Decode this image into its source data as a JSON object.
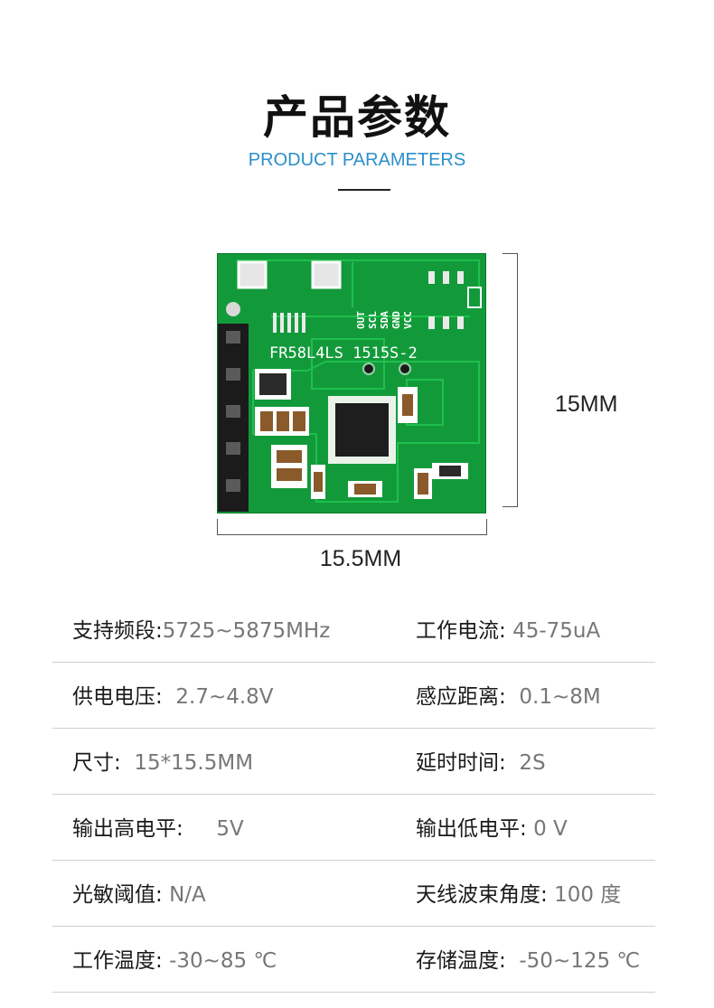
{
  "header": {
    "title": "产品参数",
    "subtitle": "PRODUCT PARAMETERS"
  },
  "board": {
    "silk_top": "FR58L4LS 1515S-2",
    "pin_labels": [
      "OUT",
      "SCL",
      "SDA",
      "GND",
      "VCC"
    ],
    "pcb_color": "#129a3a",
    "trace_color": "#1fbf4d"
  },
  "dimensions": {
    "height_label": "15MM",
    "width_label": "15.5MM"
  },
  "params": [
    {
      "left": {
        "label": "支持频段:",
        "value": "5725~5875MHz"
      },
      "right": {
        "label": "工作电流:",
        "value": "45-75uA"
      }
    },
    {
      "left": {
        "label": "供电电压:",
        "value": "2.7~4.8V"
      },
      "right": {
        "label": "感应距离:",
        "value": "0.1~8M"
      }
    },
    {
      "left": {
        "label": "尺寸:",
        "value": "15*15.5MM"
      },
      "right": {
        "label": "延时时间:",
        "value": "2S"
      }
    },
    {
      "left": {
        "label": "输出高电平:",
        "value": "5V"
      },
      "right": {
        "label": "输出低电平:",
        "value": "0 V"
      }
    },
    {
      "left": {
        "label": "光敏阈值:",
        "value": "N/A"
      },
      "right": {
        "label": "天线波束角度:",
        "value": "100 度"
      }
    },
    {
      "left": {
        "label": "工作温度:",
        "value": "-30~85 ℃"
      },
      "right": {
        "label": "存储温度:",
        "value": "-50~125 ℃"
      }
    }
  ]
}
